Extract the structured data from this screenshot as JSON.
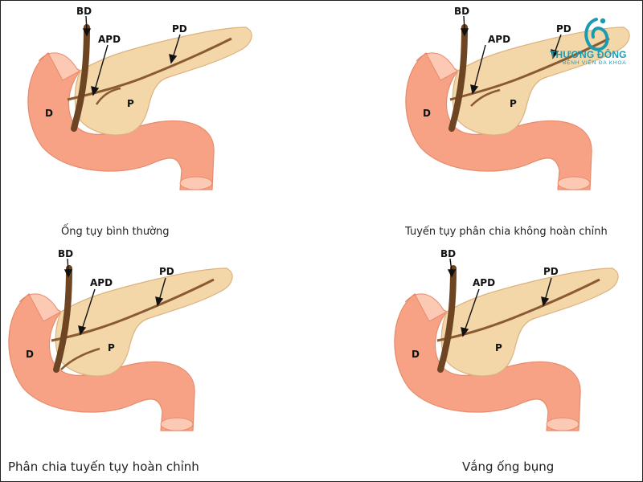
{
  "labels": {
    "bd": "BD",
    "apd": "APD",
    "pd": "PD",
    "d": "D",
    "p": "P"
  },
  "panels": [
    {
      "caption": "Ống tụy bình thường"
    },
    {
      "caption": "Tuyến tụy phân chia không hoàn chỉnh"
    },
    {
      "caption": "Phân chia tuyến tụy hoàn chỉnh"
    },
    {
      "caption": "Vắng ống bụng"
    }
  ],
  "logo": {
    "name": "THƯƠNG ĐÔNG",
    "subtitle": "BỆNH VIỆN ĐA KHOA"
  },
  "colors": {
    "duodenum": "#f7a285",
    "duodenum_light": "#fcc9b4",
    "pancreas": "#f3d7a8",
    "pancreas_edge": "#dcb27e",
    "duct": "#8a5a32",
    "bile_duct": "#6e4523",
    "logo": "#1a9bb0"
  }
}
